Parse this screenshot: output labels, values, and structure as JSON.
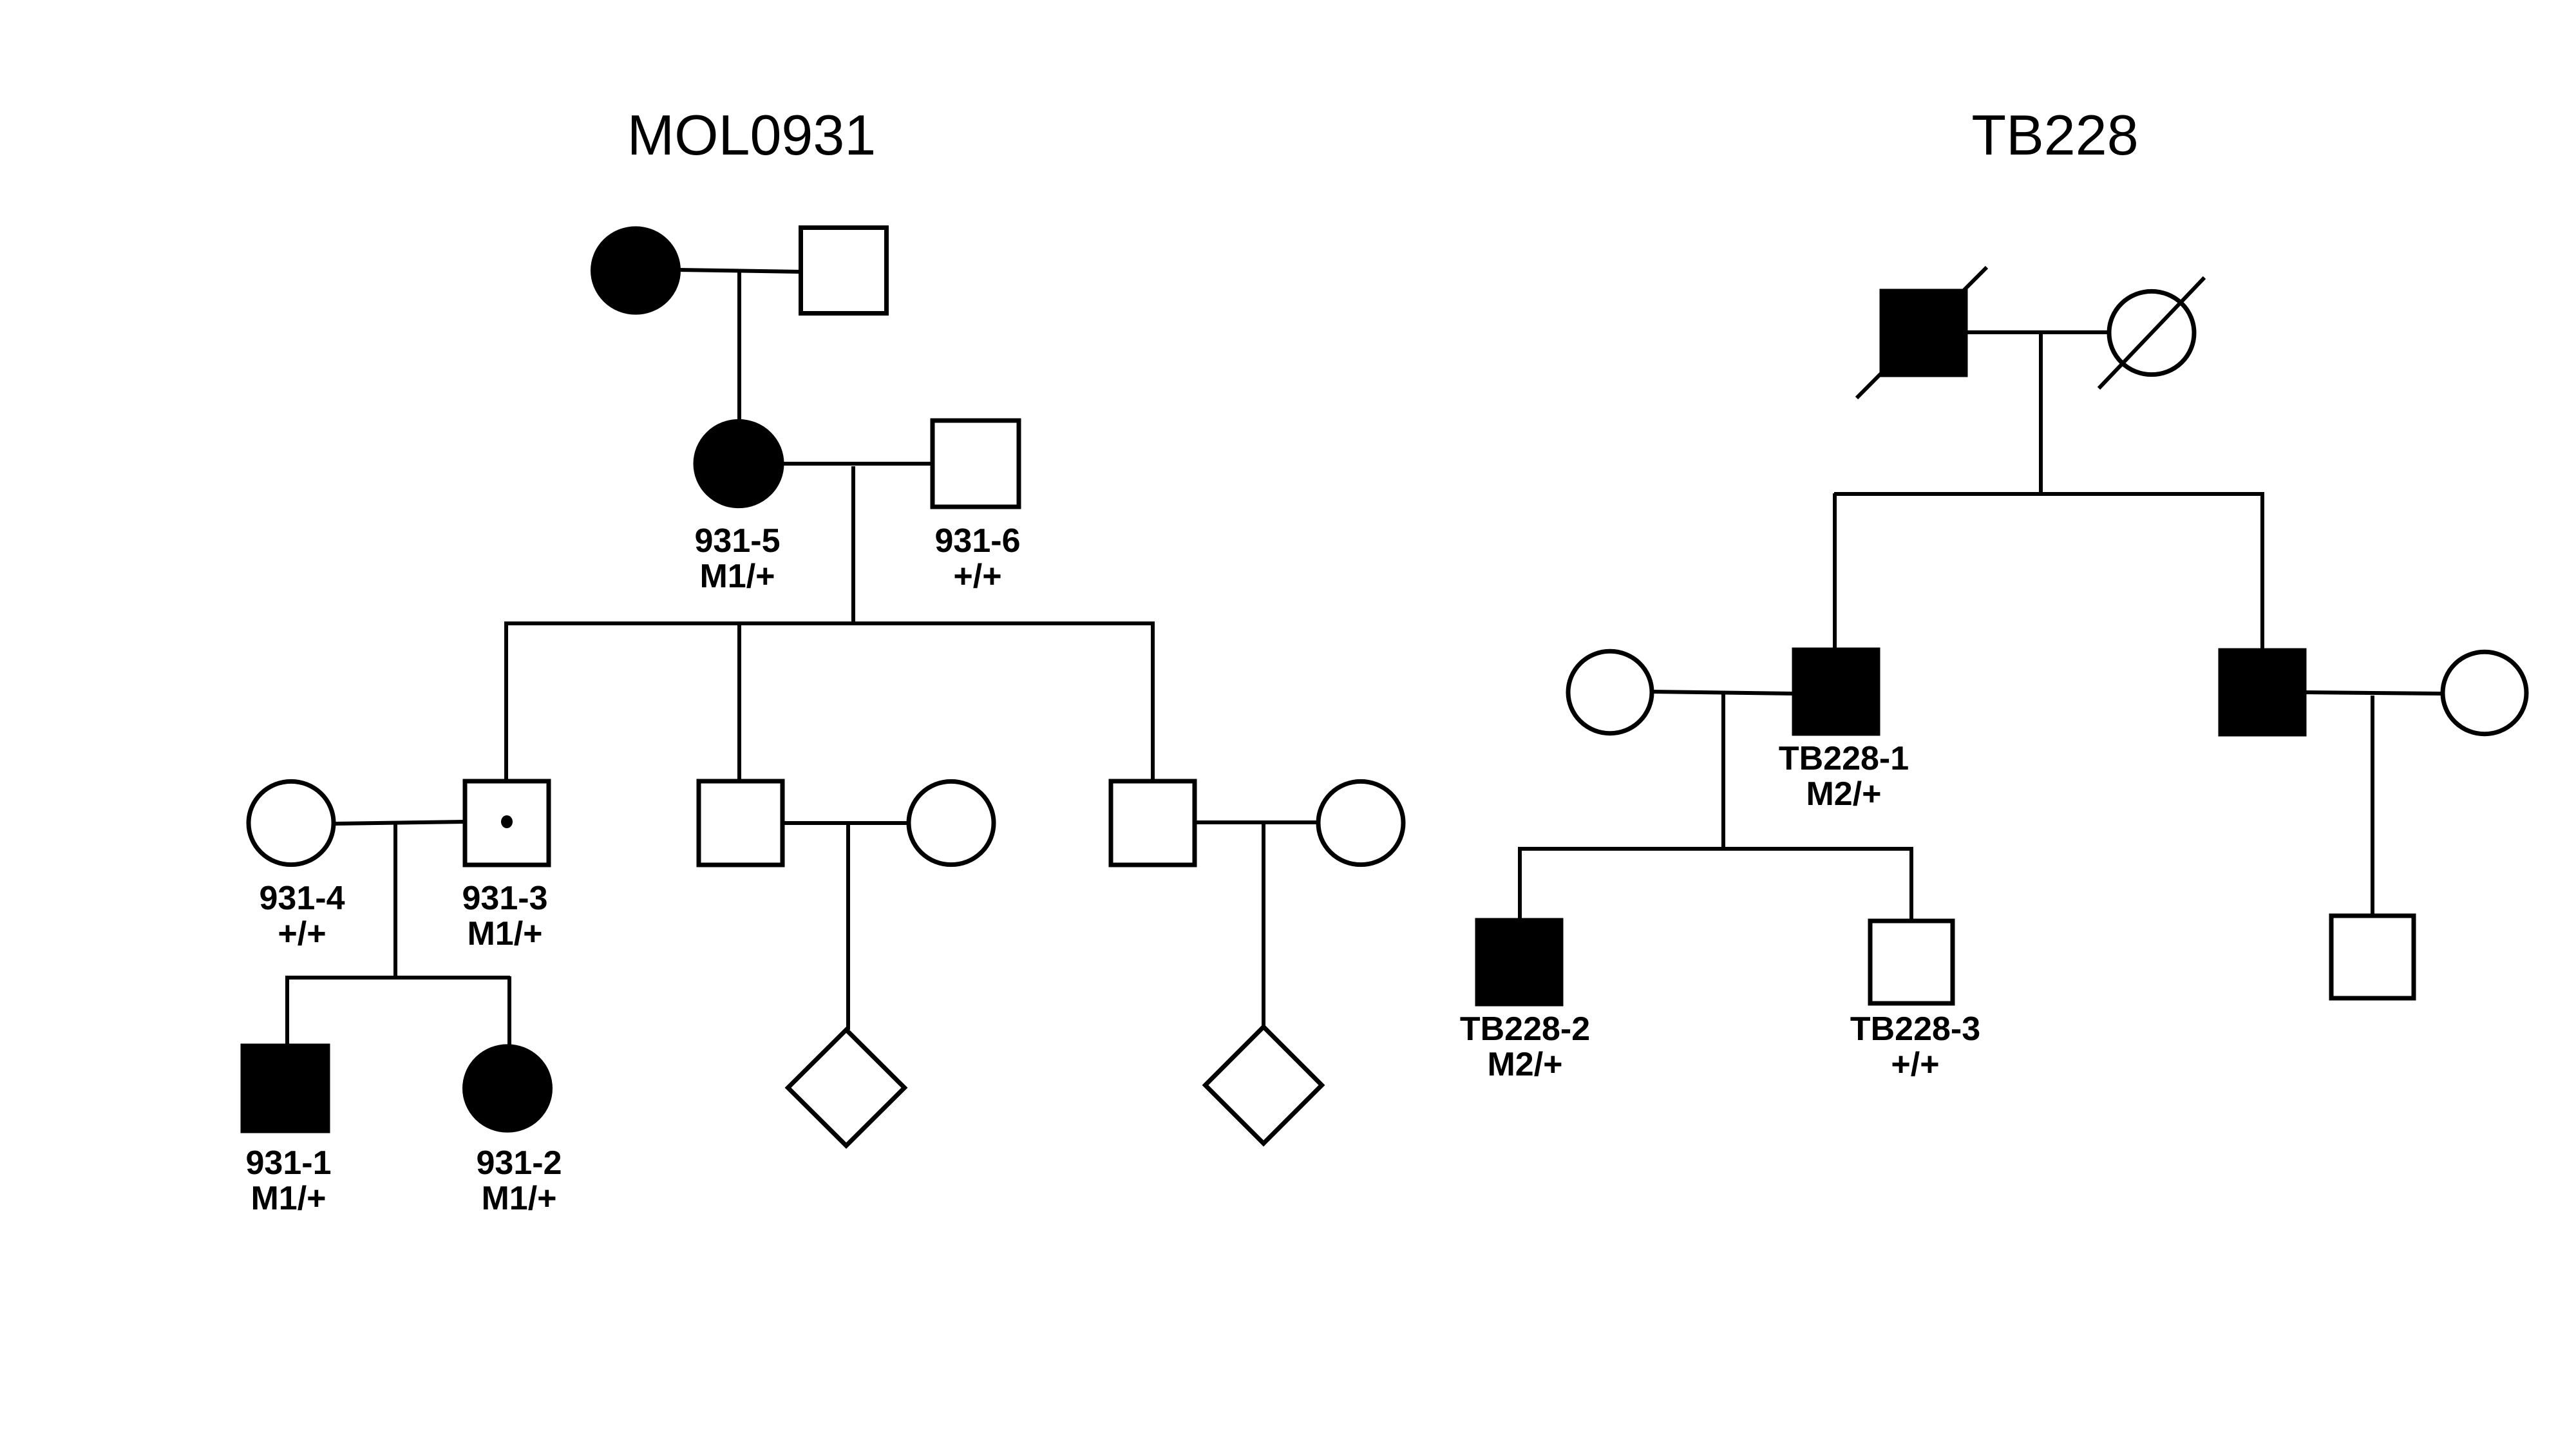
{
  "colors": {
    "ink": "#000000",
    "background": "#ffffff"
  },
  "pedigrees": [
    {
      "id": "mol0931",
      "title": "MOL0931",
      "individuals": [
        {
          "id": "m-gf-1",
          "sex": "female",
          "affected": true,
          "deceased": false,
          "carrier": false,
          "label": "",
          "genotype": ""
        },
        {
          "id": "m-gf-2",
          "sex": "male",
          "affected": false,
          "deceased": false,
          "carrier": false,
          "label": "",
          "genotype": ""
        },
        {
          "id": "931-5",
          "sex": "female",
          "affected": true,
          "deceased": false,
          "carrier": false,
          "label": "931-5",
          "genotype": "M1/+"
        },
        {
          "id": "931-6",
          "sex": "male",
          "affected": false,
          "deceased": false,
          "carrier": false,
          "label": "931-6",
          "genotype": "+/+"
        },
        {
          "id": "931-4",
          "sex": "female",
          "affected": false,
          "deceased": false,
          "carrier": false,
          "label": "931-4",
          "genotype": "+/+"
        },
        {
          "id": "931-3",
          "sex": "male",
          "affected": false,
          "deceased": false,
          "carrier": true,
          "label": "931-3",
          "genotype": "M1/+"
        },
        {
          "id": "m-son-2",
          "sex": "male",
          "affected": false,
          "deceased": false,
          "carrier": false,
          "label": "",
          "genotype": ""
        },
        {
          "id": "m-son-2-wife",
          "sex": "female",
          "affected": false,
          "deceased": false,
          "carrier": false,
          "label": "",
          "genotype": ""
        },
        {
          "id": "m-son-3",
          "sex": "male",
          "affected": false,
          "deceased": false,
          "carrier": false,
          "label": "",
          "genotype": ""
        },
        {
          "id": "m-son-3-wife",
          "sex": "female",
          "affected": false,
          "deceased": false,
          "carrier": false,
          "label": "",
          "genotype": ""
        },
        {
          "id": "931-1",
          "sex": "male",
          "affected": true,
          "deceased": false,
          "carrier": false,
          "label": "931-1",
          "genotype": "M1/+"
        },
        {
          "id": "931-2",
          "sex": "female",
          "affected": true,
          "deceased": false,
          "carrier": false,
          "label": "931-2",
          "genotype": "M1/+"
        },
        {
          "id": "m-child-a",
          "sex": "unknown",
          "affected": false,
          "deceased": false,
          "carrier": false,
          "label": "",
          "genotype": ""
        },
        {
          "id": "m-child-b",
          "sex": "unknown",
          "affected": false,
          "deceased": false,
          "carrier": false,
          "label": "",
          "genotype": ""
        }
      ]
    },
    {
      "id": "tb228",
      "title": "TB228",
      "individuals": [
        {
          "id": "t-gf",
          "sex": "male",
          "affected": true,
          "deceased": true,
          "carrier": false,
          "label": "",
          "genotype": ""
        },
        {
          "id": "t-gm",
          "sex": "female",
          "affected": false,
          "deceased": true,
          "carrier": false,
          "label": "",
          "genotype": ""
        },
        {
          "id": "t-wife-1",
          "sex": "female",
          "affected": false,
          "deceased": false,
          "carrier": false,
          "label": "",
          "genotype": ""
        },
        {
          "id": "TB228-1",
          "sex": "male",
          "affected": true,
          "deceased": false,
          "carrier": false,
          "label": "TB228-1",
          "genotype": "M2/+"
        },
        {
          "id": "t-son-2",
          "sex": "male",
          "affected": true,
          "deceased": false,
          "carrier": false,
          "label": "",
          "genotype": ""
        },
        {
          "id": "t-wife-2",
          "sex": "female",
          "affected": false,
          "deceased": false,
          "carrier": false,
          "label": "",
          "genotype": ""
        },
        {
          "id": "TB228-2",
          "sex": "male",
          "affected": true,
          "deceased": false,
          "carrier": false,
          "label": "TB228-2",
          "genotype": "M2/+"
        },
        {
          "id": "TB228-3",
          "sex": "male",
          "affected": false,
          "deceased": false,
          "carrier": false,
          "label": "TB228-3",
          "genotype": "+/+"
        },
        {
          "id": "t-grandson",
          "sex": "male",
          "affected": false,
          "deceased": false,
          "carrier": false,
          "label": "",
          "genotype": ""
        }
      ]
    }
  ]
}
